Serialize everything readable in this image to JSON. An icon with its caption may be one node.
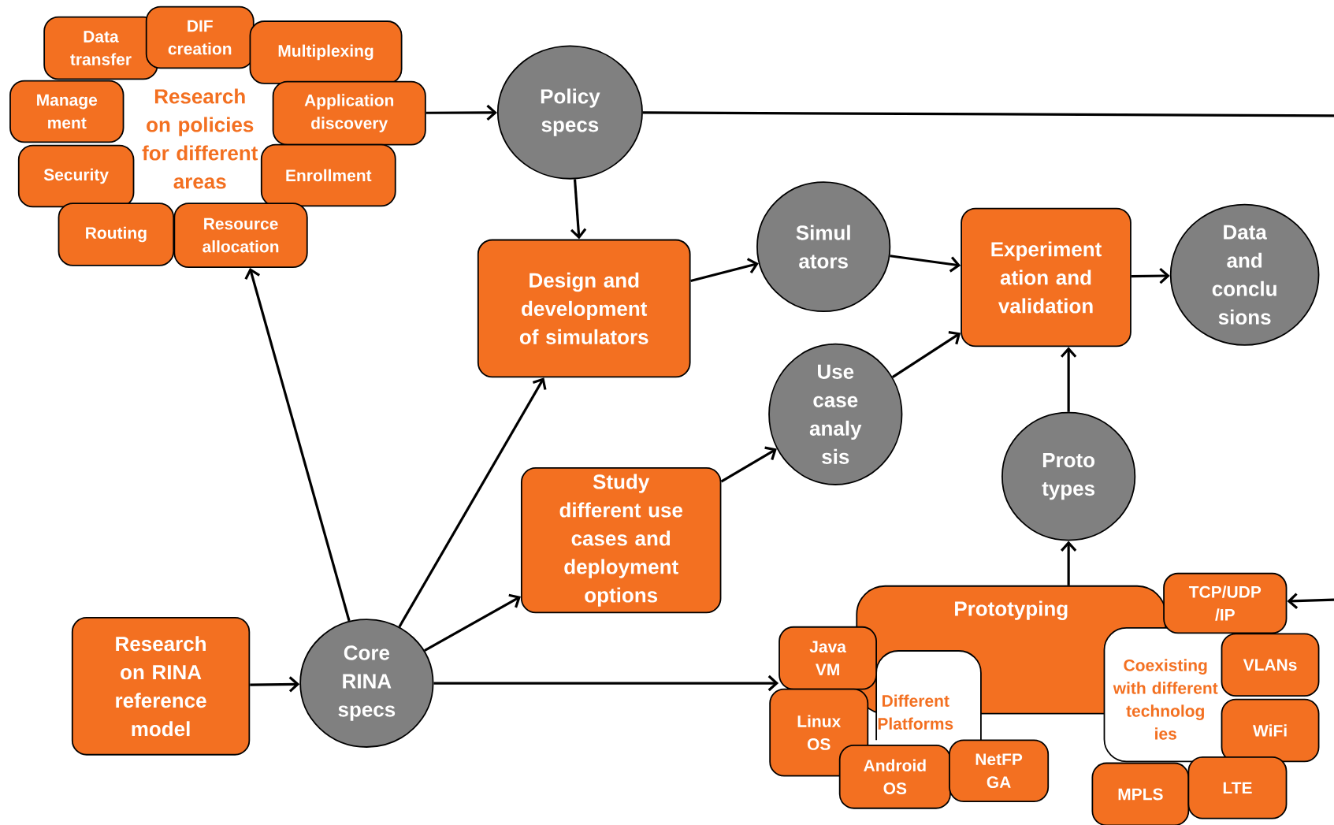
{
  "diagram": {
    "nodes": [
      {
        "text": [
          "Data transfer"
        ]
      },
      {
        "text": [
          "DIF creation"
        ]
      },
      {
        "text": [
          "Multiplexing"
        ]
      },
      {
        "text": [
          "Manage ment"
        ]
      },
      {
        "text": [
          "Application discovery"
        ]
      },
      {
        "text": [
          "Security"
        ]
      },
      {
        "text": [
          "Enrollment"
        ]
      },
      {
        "text": [
          "Routing"
        ]
      },
      {
        "text": [
          "Resource allocation"
        ]
      },
      {
        "text": [
          "Policy specs"
        ]
      },
      {
        "text": [
          "Design and development of simulators"
        ]
      },
      {
        "text": [
          "Simul ators"
        ]
      },
      {
        "text": [
          "Experiment ation and validation"
        ]
      },
      {
        "text": [
          "Data and conclu sions"
        ]
      },
      {
        "text": [
          "Use case analy sis"
        ]
      },
      {
        "text": [
          "Study different use cases and deployment options"
        ]
      },
      {
        "text": [
          "Proto types"
        ]
      },
      {
        "text": [
          "Research on RINA reference model"
        ]
      },
      {
        "text": [
          "Core RINA specs"
        ]
      },
      {
        "text": [
          "Prototyping"
        ]
      },
      {
        "text": [
          "TCP/UDP /IP"
        ]
      },
      {
        "text": [
          "Java VM"
        ]
      },
      {
        "text": [
          "Linux OS"
        ]
      },
      {
        "text": [
          "Android OS"
        ]
      },
      {
        "text": [
          "NetFP GA"
        ]
      },
      {
        "text": [
          "VLANs"
        ]
      },
      {
        "text": [
          "WiFi"
        ]
      },
      {
        "text": [
          "MPLS"
        ]
      },
      {
        "text": [
          "LTE"
        ]
      }
    ],
    "edges": [
      {
        "from": 4,
        "to": 9,
        "arrow": "to"
      },
      {
        "from": 9,
        "to": null,
        "arrow": "none"
      },
      {
        "from": 9,
        "to": 10,
        "arrow": "to"
      },
      {
        "from": 10,
        "to": 11,
        "arrow": "to"
      },
      {
        "from": 11,
        "to": 12,
        "arrow": "to"
      },
      {
        "from": 14,
        "to": 12,
        "arrow": "to"
      },
      {
        "from": 12,
        "to": 13,
        "arrow": "to"
      },
      {
        "from": 15,
        "to": 14,
        "arrow": "to"
      },
      {
        "from": 16,
        "to": 12,
        "arrow": "to"
      },
      {
        "from": 19,
        "to": 16,
        "arrow": "to"
      },
      {
        "from": null,
        "to": 20,
        "arrow": "to"
      },
      {
        "from": 17,
        "to": 18,
        "arrow": "to"
      },
      {
        "from": 18,
        "to": 8,
        "arrow": "to"
      },
      {
        "from": 18,
        "to": 10,
        "arrow": "to"
      },
      {
        "from": 18,
        "to": 15,
        "arrow": "to"
      },
      {
        "from": 18,
        "to": 21,
        "arrow": "to"
      }
    ],
    "labels": [
      "Research on policies for different areas",
      "Different Platforms",
      "Coexisting with different technolog ies"
    ]
  }
}
